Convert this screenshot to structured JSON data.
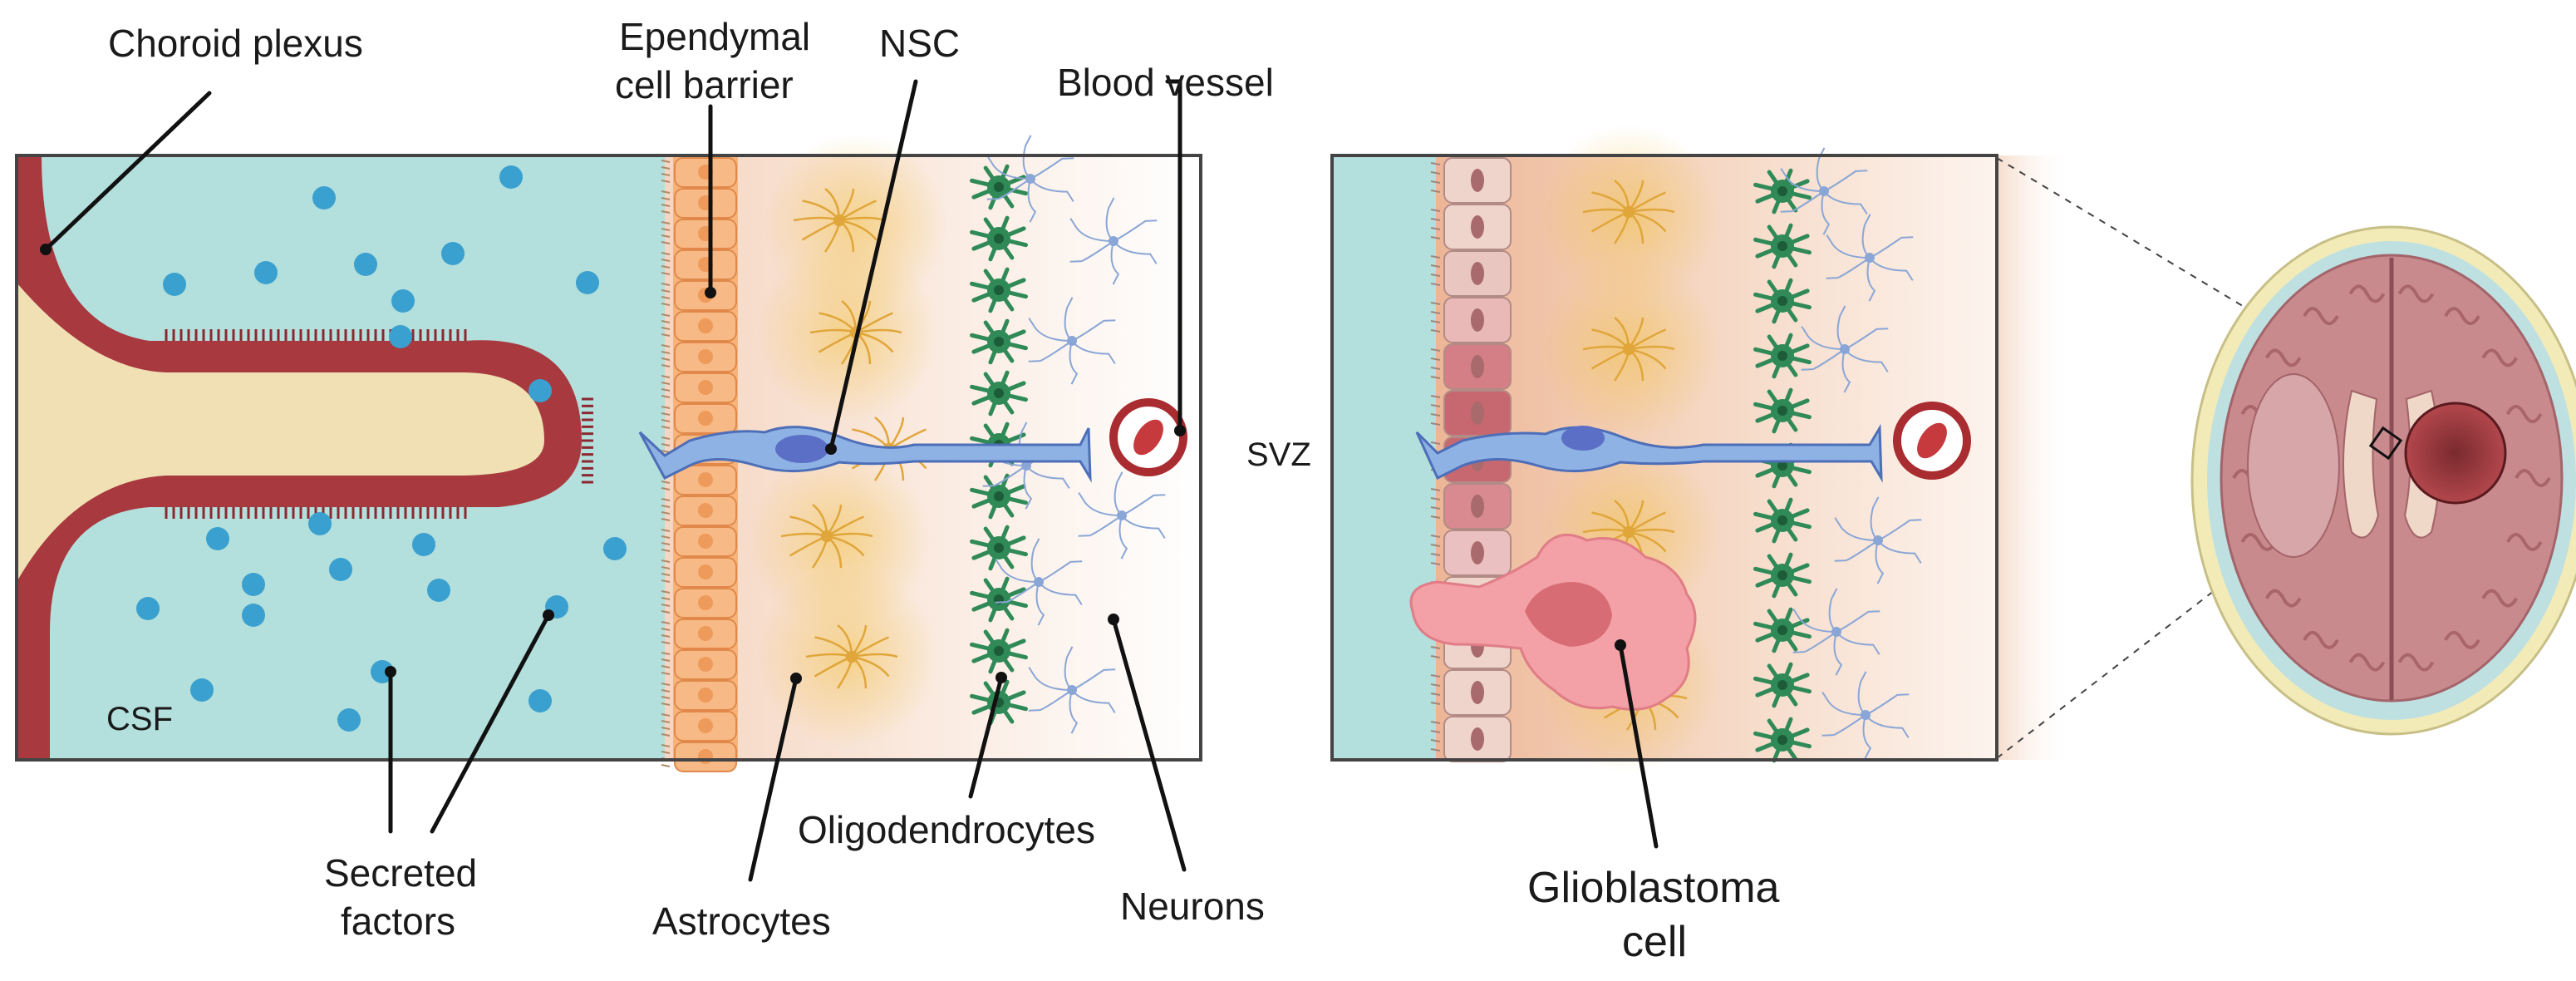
{
  "labels": {
    "choroid_plexus": "Choroid plexus",
    "ependymal_line1": "Ependymal",
    "ependymal_line2": "cell barrier",
    "nsc": "NSC",
    "blood_vessel": "Blood vessel",
    "csf": "CSF",
    "secreted_line1": "Secreted",
    "secreted_line2": "factors",
    "astrocytes": "Astrocytes",
    "oligodendrocytes": "Oligodendrocytes",
    "neurons": "Neurons",
    "svz": "SVZ",
    "glioblastoma_line1": "Glioblastoma",
    "glioblastoma_line2": "cell"
  },
  "colors": {
    "csf": "#b3dfdc",
    "choroid": "#a7393f",
    "choroid_core": "#f0e0b4",
    "ependymal": "#f6b47c",
    "astrocyte": "#e6b84a",
    "oligodendrocyte": "#2f8a57",
    "neuron": "#8aa6d6",
    "nsc": "#8fb2e4",
    "nsc_nucleus": "#5b6fc7",
    "vessel": "#a82c30",
    "glioblastoma": "#f3a0a6",
    "secreted": "#3aa0cf",
    "brain": "#c98a8e"
  }
}
